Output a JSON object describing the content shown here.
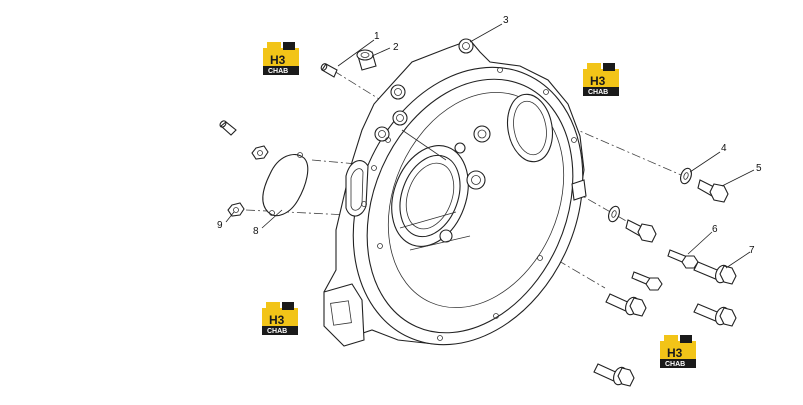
{
  "callouts": [
    {
      "id": "1",
      "label": "1"
    },
    {
      "id": "2",
      "label": "2"
    },
    {
      "id": "3",
      "label": "3"
    },
    {
      "id": "4",
      "label": "4"
    },
    {
      "id": "5",
      "label": "5"
    },
    {
      "id": "6",
      "label": "6"
    },
    {
      "id": "7",
      "label": "7"
    },
    {
      "id": "8",
      "label": "8"
    },
    {
      "id": "9",
      "label": "9"
    }
  ],
  "watermark": {
    "top_text": "H3",
    "bottom_text": "CHAB",
    "colors": {
      "yellow": "#f2c418",
      "dark": "#1a1a1a",
      "white": "#ffffff"
    }
  },
  "colors": {
    "line": "#222222",
    "background": "#ffffff"
  }
}
